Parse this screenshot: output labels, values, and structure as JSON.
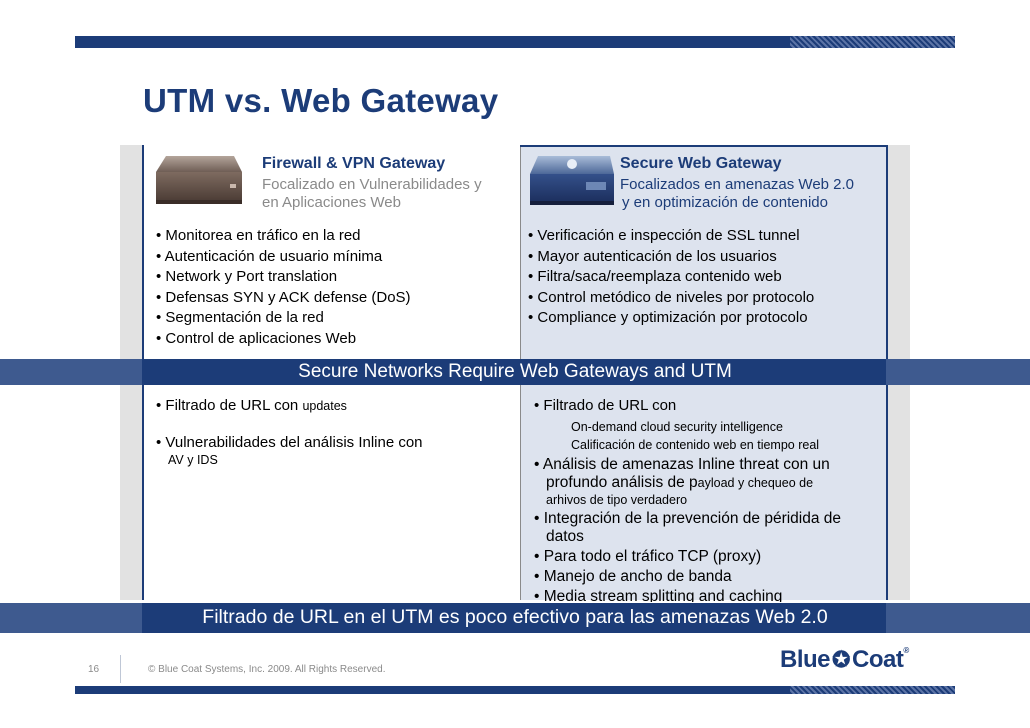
{
  "title": "UTM vs. Web Gateway",
  "left": {
    "heading": "Firewall & VPN Gateway",
    "sub1": "Focalizado en Vulnerabilidades y",
    "sub2": "en Aplicaciones Web",
    "bullets": [
      "• Monitorea en tráfico en la red",
      "• Autenticación de usuario mínima",
      "• Network y Port translation",
      "• Defensas SYN y ACK defense (DoS)",
      "• Segmentación de la red",
      "• Control de aplicaciones Web"
    ],
    "lower": {
      "b1_main": "• Filtrado de URL con ",
      "b1_small": "updates",
      "b2_main": "• Vulnerabilidades del análisis Inline con",
      "b2_small": "AV y IDS"
    }
  },
  "right": {
    "heading": "Secure Web Gateway",
    "sub1": "Focalizados en amenazas Web 2.0",
    "sub2": "y en optimización de contenido",
    "bullets": [
      "• Verificación e inspección de SSL tunnel",
      "• Mayor autenticación de los usuarios",
      "• Filtra/saca/reemplaza contenido web",
      "• Control metódico de niveles por protocolo",
      "• Compliance y optimización por protocolo"
    ],
    "lower": {
      "l1": "• Filtrado de URL con",
      "l2": "On-demand cloud security intelligence",
      "l3": "Calificación de contenido web en tiempo real",
      "l4": "• Análisis de amenazas Inline threat con un",
      "l5_main": "profundo análisis de p",
      "l5_small": "ayload y chequeo de",
      "l6": "arhivos de tipo verdadero",
      "l7": "• Integración de la prevención de péridida de",
      "l8": "datos",
      "l9": "• Para todo el tráfico TCP (proxy)",
      "l10": "• Manejo de ancho de banda",
      "l11": "• Media stream splitting and caching"
    }
  },
  "band1": "Secure Networks Require Web Gateways and UTM",
  "band2": "Filtrado de URL en el UTM es poco efectivo para las amenazas Web 2.0",
  "footer": {
    "page": "16",
    "copyright": "© Blue Coat Systems, Inc. 2009.  All Rights Reserved.",
    "logo_left": "Blue",
    "logo_right": "Coat"
  },
  "colors": {
    "navy": "#1c3c78",
    "grey_text": "#8a8a8a",
    "panel_right_bg": "#dde3ee"
  },
  "icons": {
    "left_device": "firewall-appliance-icon",
    "right_device": "web-gateway-appliance-icon",
    "logo_mark": "star-icon"
  }
}
